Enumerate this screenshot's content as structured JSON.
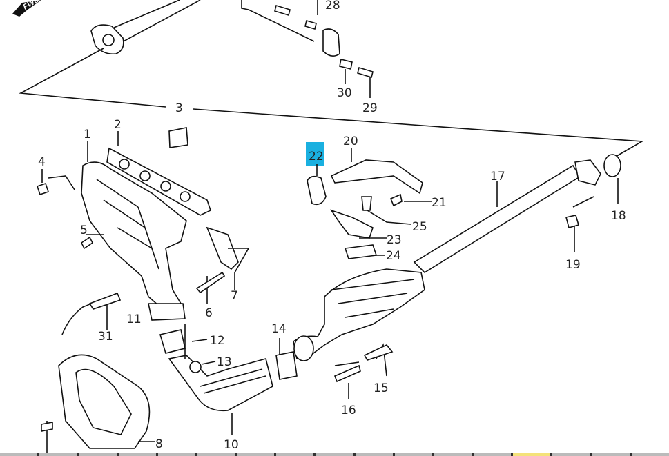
{
  "diagram": {
    "title": "Exhaust system parts diagram",
    "fwd_label": "FWD",
    "highlight_color": "#1ab0e0",
    "selected_part": "22",
    "callouts": [
      "28",
      "30",
      "29",
      "3",
      "1",
      "2",
      "4",
      "20",
      "22",
      "17",
      "21",
      "18",
      "25",
      "23",
      "5",
      "24",
      "19",
      "7",
      "6",
      "11",
      "31",
      "14",
      "12",
      "13",
      "15",
      "16",
      "8",
      "10"
    ]
  },
  "bottom_strip": {
    "buttons": 17,
    "active_index": 13
  }
}
